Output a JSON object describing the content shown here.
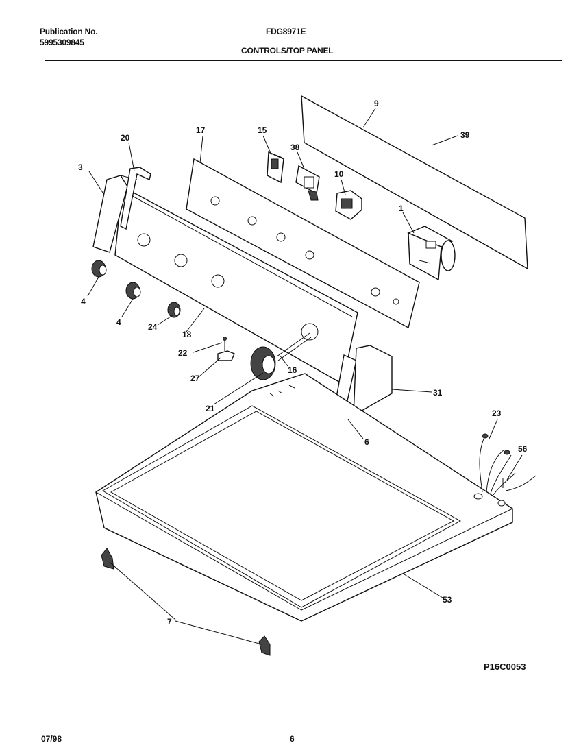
{
  "header": {
    "publication_label": "Publication No.",
    "publication_number": "5995309845",
    "model": "FDG8971E",
    "section_title": "CONTROLS/TOP PANEL"
  },
  "callouts": {
    "c1": "1",
    "c3": "3",
    "c4a": "4",
    "c4b": "4",
    "c6": "6",
    "c7": "7",
    "c9": "9",
    "c10": "10",
    "c15": "15",
    "c16": "16",
    "c17": "17",
    "c18": "18",
    "c20": "20",
    "c21": "21",
    "c22": "22",
    "c23": "23",
    "c24": "24",
    "c27": "27",
    "c31": "31",
    "c38": "38",
    "c39": "39",
    "c53": "53",
    "c56": "56"
  },
  "drawing_code": "P16C0053",
  "footer": {
    "date_code": "07/98",
    "page_number": "6"
  }
}
